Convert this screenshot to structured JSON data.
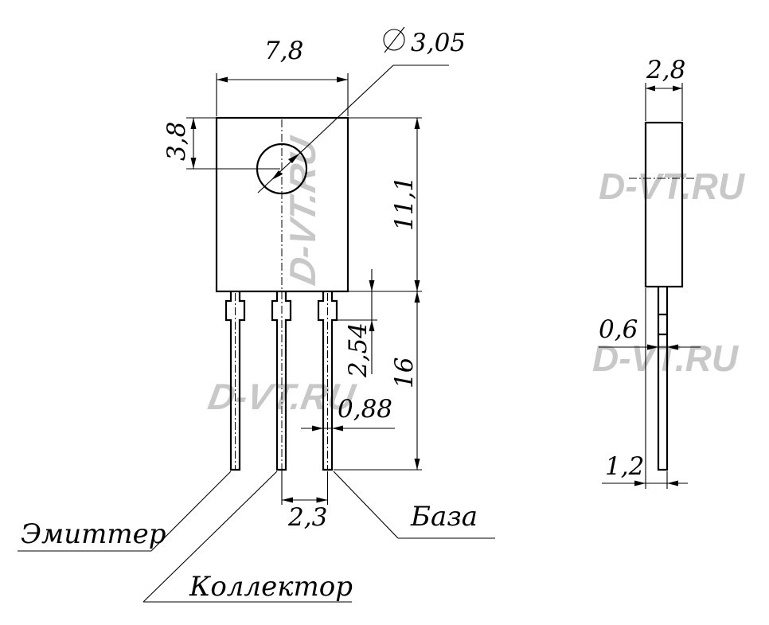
{
  "dimensions": {
    "body_width": "7,8",
    "hole_diameter": "3,05",
    "hole_offset": "3,8",
    "body_height": "11,1",
    "lead_wide_length": "2,54",
    "lead_length": "16",
    "lead_width": "0,88",
    "lead_pitch": "2,3",
    "side_thickness": "2,8",
    "lead_thickness": "0,6",
    "lead_step": "1,2"
  },
  "pin_labels": {
    "emitter": "Эмиттер",
    "collector": "Коллектор",
    "base": "База"
  },
  "watermarks": {
    "front_vertical": "D-VT.RU",
    "front_horizontal": "D-VT.RU",
    "side_top": "D-VT.RU",
    "side_middle": "D-VT.RU"
  }
}
